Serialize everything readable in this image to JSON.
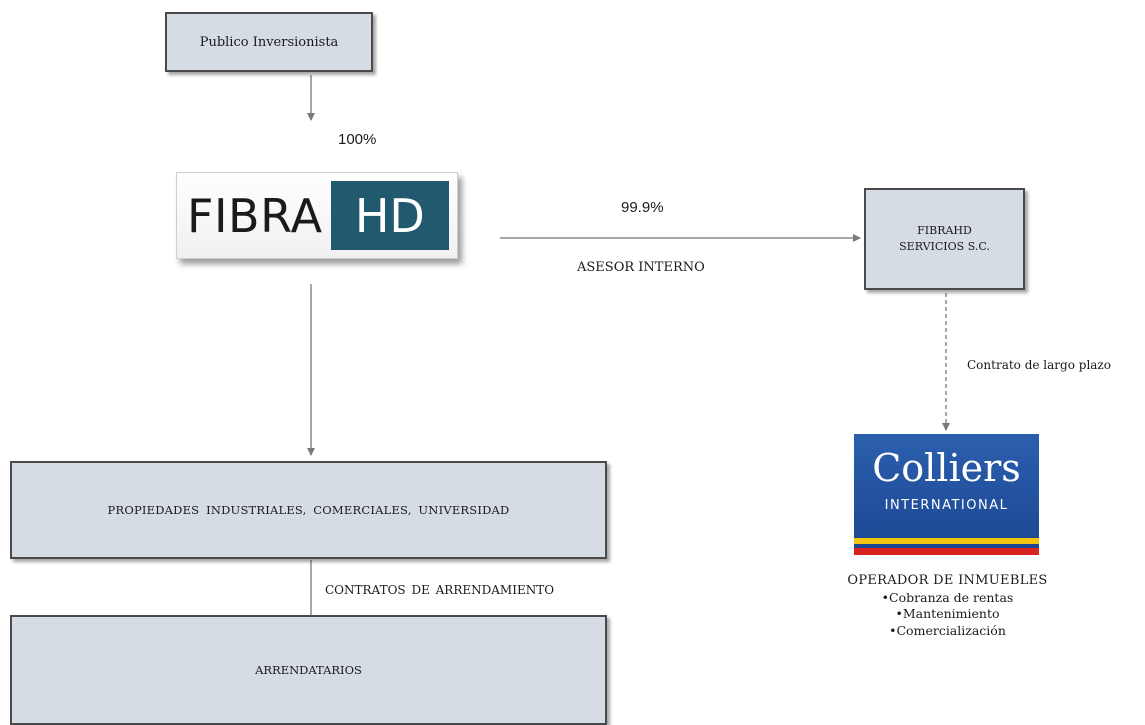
{
  "nodes": {
    "investor": "Publico Inversionista",
    "fibra_logo": {
      "word": "FIBRA",
      "badge": "HD",
      "badge_color": "#215a6e"
    },
    "servicios": [
      "FIBRAHD",
      "SERVICIOS S.C."
    ],
    "properties": "PROPIEDADES  INDUSTRIALES,  COMERCIALES,  UNIVERSIDAD",
    "tenants": "ARRENDATARIOS",
    "colliers_logo": {
      "word": "Colliers",
      "sub": "INTERNATIONAL",
      "colors": [
        "#1b4692",
        "#f3c40f",
        "#d9231f"
      ]
    }
  },
  "edges": {
    "investor_to_fibra": "100%",
    "fibra_to_servicios_pct": "99.9%",
    "fibra_to_servicios_role": "ASESOR INTERNO",
    "servicios_to_colliers": "Contrato de largo plazo",
    "properties_to_tenants": "CONTRATOS  DE  ARRENDAMIENTO"
  },
  "operator": {
    "title": "OPERADOR DE INMUEBLES",
    "items": [
      "•Cobranza de rentas",
      "•Mantenimiento",
      "•Comercialización"
    ]
  }
}
